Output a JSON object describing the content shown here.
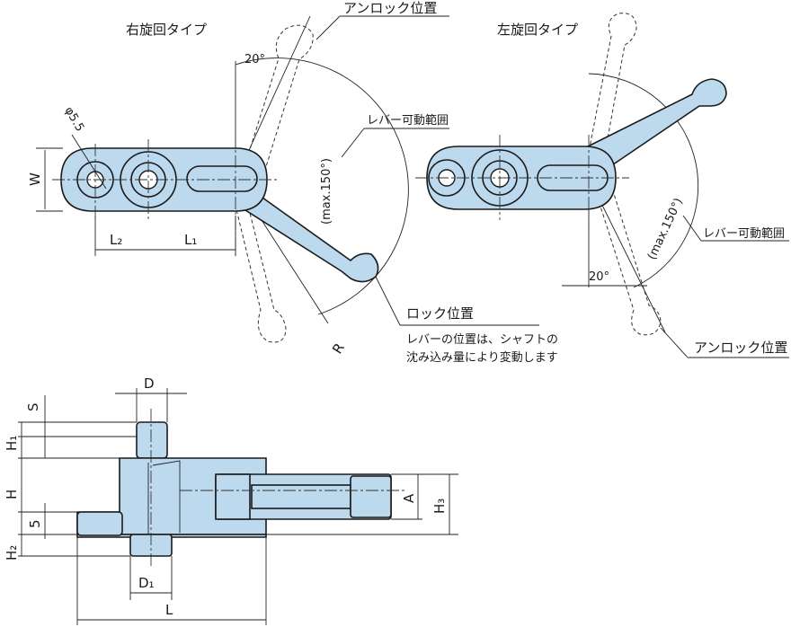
{
  "titles": {
    "right_rotation": "右旋回タイプ",
    "left_rotation": "左旋回タイプ"
  },
  "callouts": {
    "unlock_position": "アンロック位置",
    "lock_position": "ロック位置",
    "lever_range": "レバー可動範囲",
    "lever_note_line1": "レバーの位置は、シャフトの",
    "lever_note_line2": "沈み込み量により変動します",
    "angle_20": "20°",
    "angle_max": "(max.150°)"
  },
  "dimensions": {
    "phi": "φ5.5",
    "W": "W",
    "L2": "L₂",
    "L1": "L₁",
    "R": "R",
    "D": "D",
    "S": "S",
    "H1": "H₁",
    "H": "H",
    "five": "5",
    "H2": "H₂",
    "A": "A",
    "H3": "H₃",
    "D1": "D₁",
    "L": "L"
  },
  "colors": {
    "part_fill": "#bcd9ee",
    "outline": "#1a1a1a"
  }
}
